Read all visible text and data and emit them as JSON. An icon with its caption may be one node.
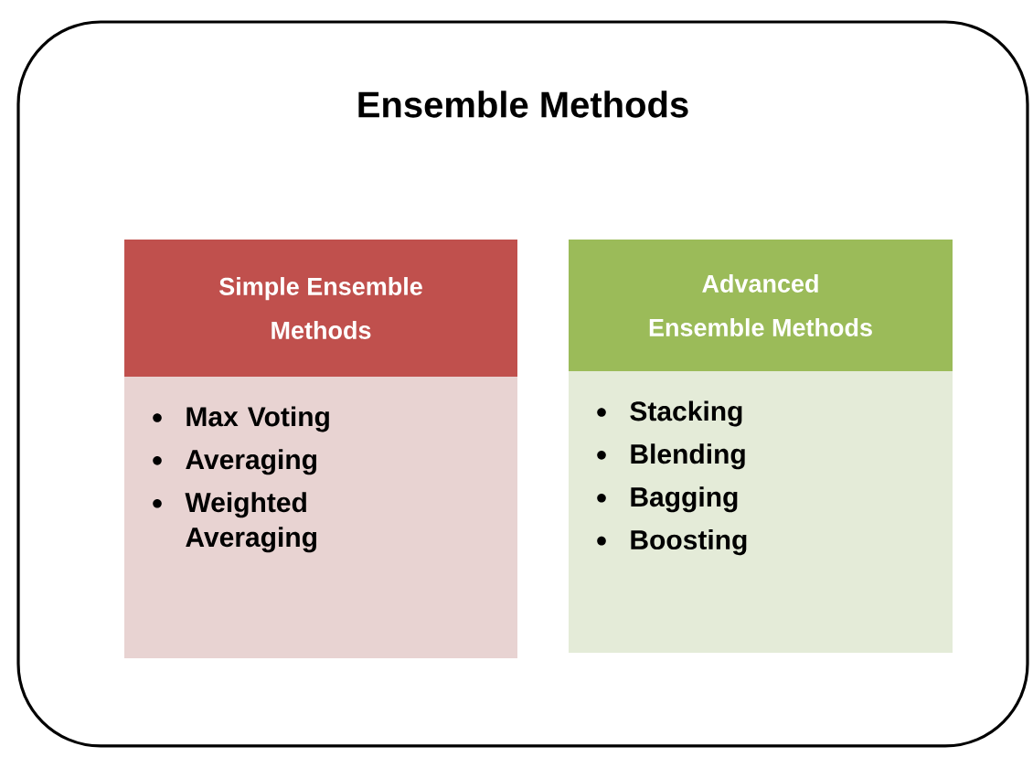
{
  "diagram": {
    "nodes": [
      {
        "text": [
          "Ensemble Methods"
        ]
      },
      {
        "text": [
          "Simple Ensemble Methods"
        ],
        "in": 0
      },
      {
        "text": [
          "Max Voting",
          "Averaging",
          "Weighted Averaging"
        ],
        "in": 0
      },
      {
        "text": [
          "Advanced Ensemble Methods"
        ],
        "in": 0
      },
      {
        "text": [
          "Stacking",
          "Blending",
          "Bagging",
          "Boosting"
        ],
        "in": 0
      }
    ]
  }
}
